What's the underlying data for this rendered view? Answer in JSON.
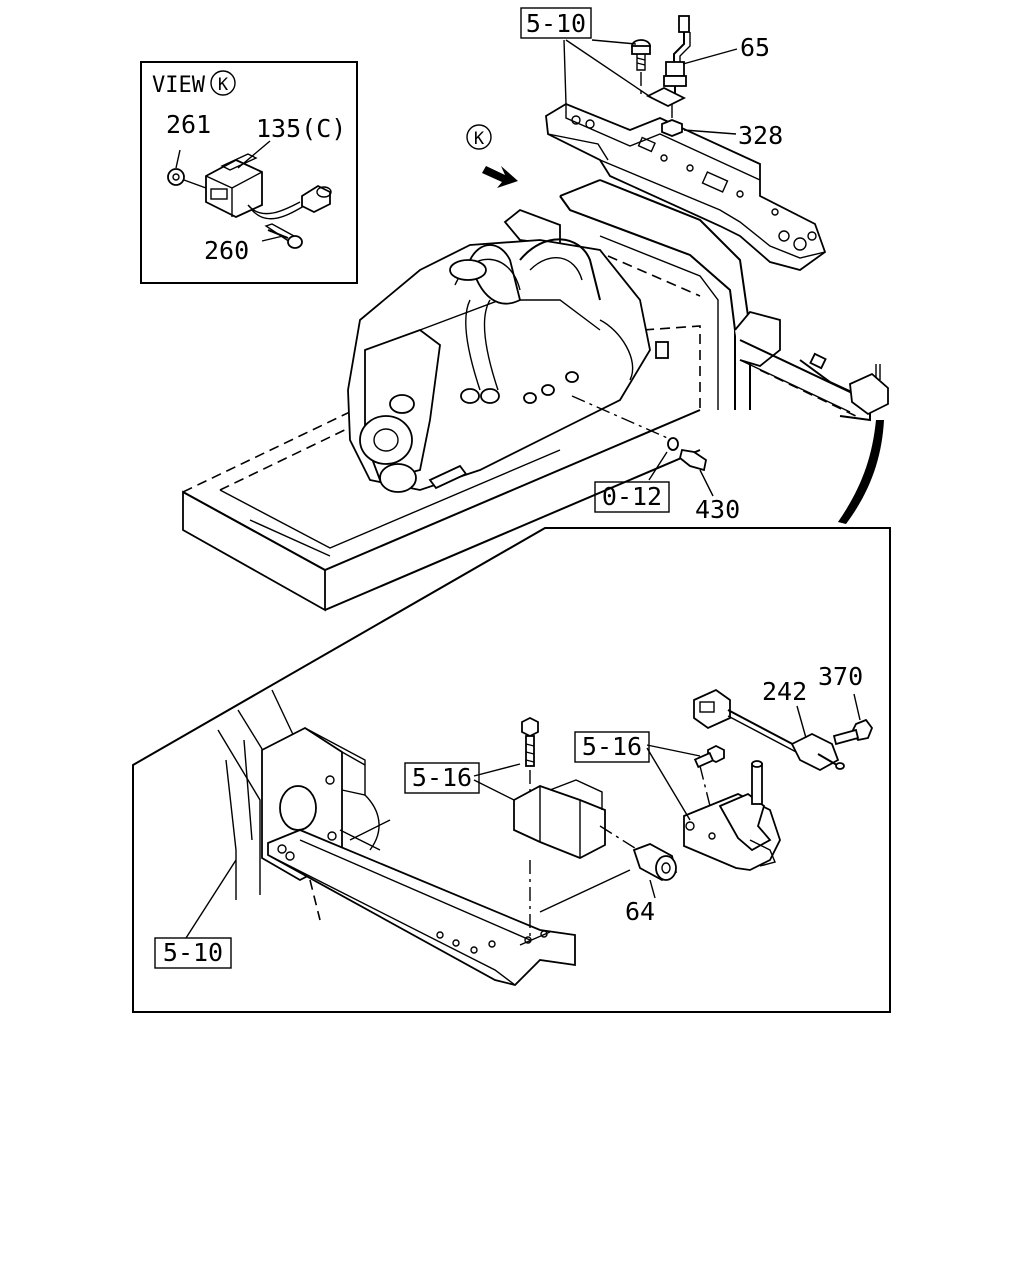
{
  "view_box": {
    "view_label": "VIEW",
    "view_letter": "K"
  },
  "view_marker_letter": "K",
  "part_numbers": {
    "p261": "261",
    "p135c": "135(C)",
    "p260": "260",
    "p65": "65",
    "p328": "328",
    "p430": "430",
    "p242": "242",
    "p370": "370",
    "p64": "64"
  },
  "reference_boxes": {
    "ref_5_10_top": "5-10",
    "ref_0_12": "0-12",
    "ref_5_16_left": "5-16",
    "ref_5_16_right": "5-16",
    "ref_5_10_bottom": "5-10"
  }
}
